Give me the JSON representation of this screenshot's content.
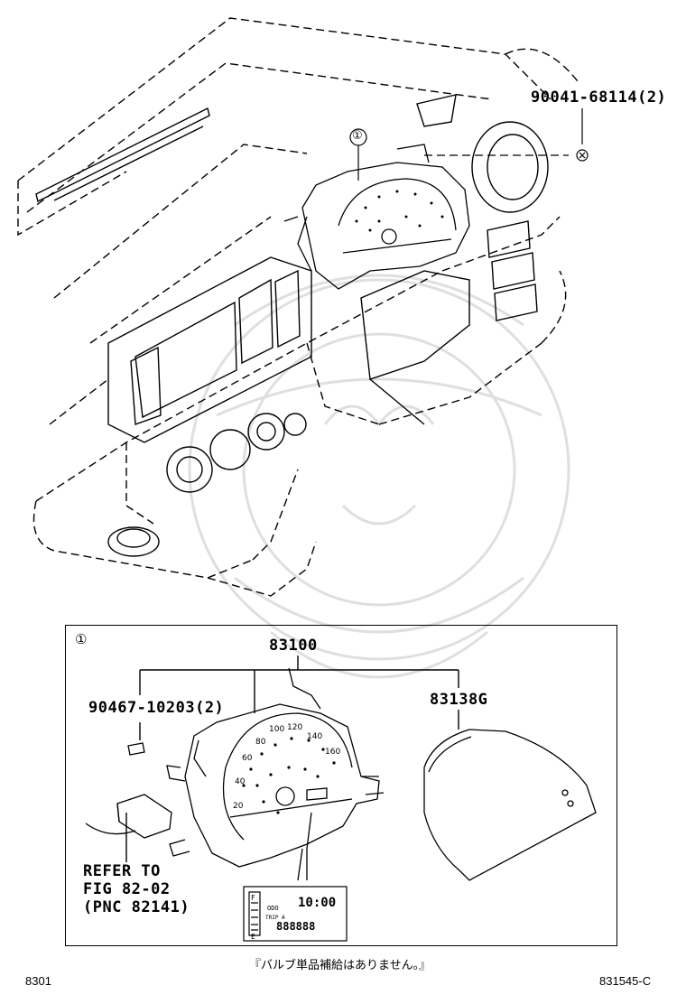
{
  "labels": {
    "part_bolt": "90041-68114(2)",
    "callout_main": "①",
    "callout_inset": "①",
    "assembly": "83100",
    "part_screw": "90467-10203(2)",
    "part_glass": "83138G",
    "refer_line1": "REFER TO",
    "refer_line2": "FIG 82-02",
    "refer_line3": "(PNC 82141)"
  },
  "notice": "『バルブ単品補給はありません。』",
  "footer": {
    "left_code": "8301",
    "right_code": "831545-C"
  },
  "gauge_marks": [
    "20",
    "40",
    "60",
    "80",
    "100",
    "120",
    "140",
    "160"
  ],
  "display_text": {
    "clock": "10:00",
    "odo": "ODO",
    "trip": "TRIP A",
    "digits": "888888",
    "fuel_f": "F",
    "fuel_e": "E"
  }
}
